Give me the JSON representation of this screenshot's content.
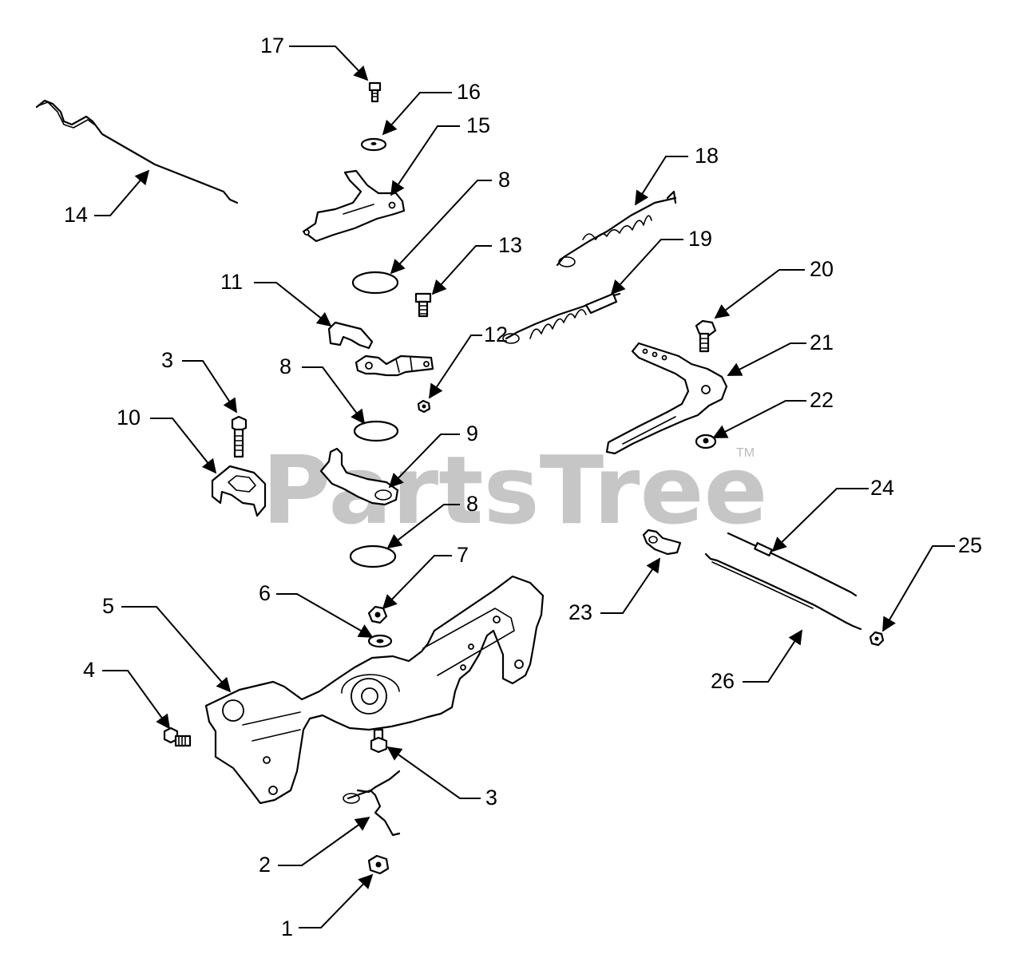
{
  "watermark": {
    "text": "PartsTree",
    "trademark": "TM"
  },
  "callouts": [
    {
      "id": "c1",
      "label": "1"
    },
    {
      "id": "c2",
      "label": "2"
    },
    {
      "id": "c3a",
      "label": "3"
    },
    {
      "id": "c3b",
      "label": "3"
    },
    {
      "id": "c4",
      "label": "4"
    },
    {
      "id": "c5",
      "label": "5"
    },
    {
      "id": "c6",
      "label": "6"
    },
    {
      "id": "c7",
      "label": "7"
    },
    {
      "id": "c8a",
      "label": "8"
    },
    {
      "id": "c8b",
      "label": "8"
    },
    {
      "id": "c8c",
      "label": "8"
    },
    {
      "id": "c9",
      "label": "9"
    },
    {
      "id": "c10",
      "label": "10"
    },
    {
      "id": "c11",
      "label": "11"
    },
    {
      "id": "c12",
      "label": "12"
    },
    {
      "id": "c13",
      "label": "13"
    },
    {
      "id": "c14",
      "label": "14"
    },
    {
      "id": "c15",
      "label": "15"
    },
    {
      "id": "c16",
      "label": "16"
    },
    {
      "id": "c17",
      "label": "17"
    },
    {
      "id": "c18",
      "label": "18"
    },
    {
      "id": "c19",
      "label": "19"
    },
    {
      "id": "c20",
      "label": "20"
    },
    {
      "id": "c21",
      "label": "21"
    },
    {
      "id": "c22",
      "label": "22"
    },
    {
      "id": "c23",
      "label": "23"
    },
    {
      "id": "c24",
      "label": "24"
    },
    {
      "id": "c25",
      "label": "25"
    },
    {
      "id": "c26",
      "label": "26"
    }
  ]
}
